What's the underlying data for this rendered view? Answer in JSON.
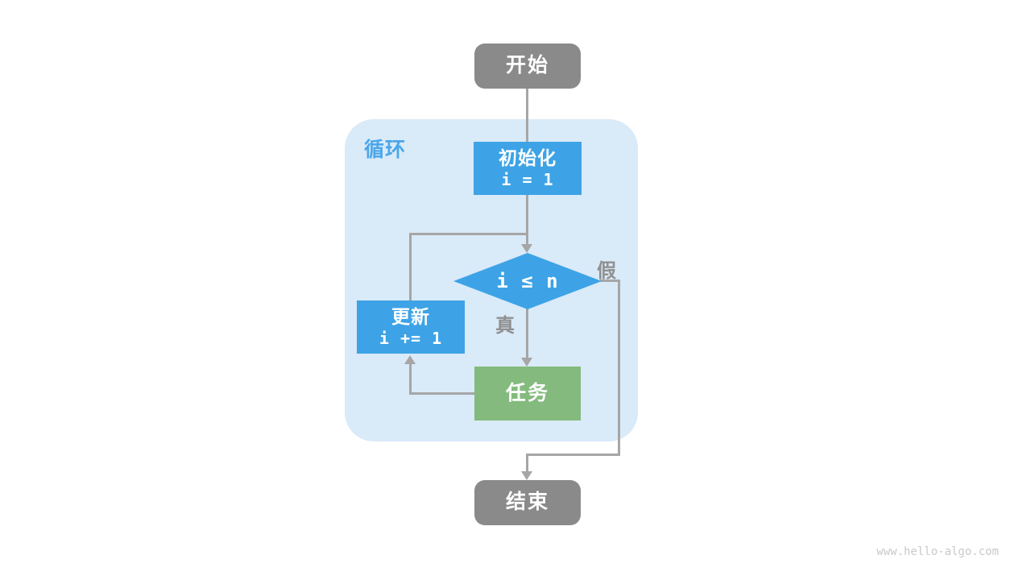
{
  "diagram": {
    "type": "flowchart",
    "loop_label": "循环",
    "nodes": {
      "start": {
        "label": "开始",
        "shape": "rounded",
        "color": "#8a8a8a"
      },
      "init": {
        "label": "初始化",
        "code": "i = 1",
        "shape": "rect",
        "color": "#3da3e6"
      },
      "condition": {
        "code": "i ≤ n",
        "shape": "diamond",
        "color": "#3da3e6"
      },
      "update": {
        "label": "更新",
        "code": "i += 1",
        "shape": "rect",
        "color": "#3da3e6"
      },
      "task": {
        "label": "任务",
        "shape": "rect",
        "color": "#84ba7e"
      },
      "end": {
        "label": "结束",
        "shape": "rounded",
        "color": "#8a8a8a"
      }
    },
    "edge_labels": {
      "true_label": "真",
      "false_label": "假"
    },
    "edges": [
      "start -> init",
      "init -> condition",
      "condition -(真)-> task",
      "task -> update",
      "update -> condition",
      "condition -(假)-> end"
    ]
  },
  "watermark": "www.hello-algo.com",
  "colors": {
    "node_blue": "#3da3e6",
    "node_green": "#84ba7e",
    "node_gray": "#8a8a8a",
    "loop_background": "#d9eaf8",
    "loop_label_blue": "#4ba6ea",
    "edge_gray": "#a6a6a6",
    "edge_label_gray": "#909090",
    "watermark_gray": "#c9c9c9",
    "canvas_background": "#ffffff"
  }
}
